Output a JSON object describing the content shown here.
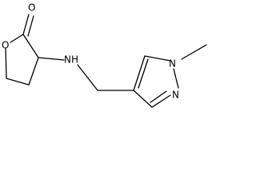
{
  "molecule": {
    "atoms": {
      "carbonyl_oxygen": "O",
      "ring_oxygen": "O",
      "amine": "NH",
      "pyrazole_n1": "N",
      "pyrazole_n2": "N"
    }
  }
}
